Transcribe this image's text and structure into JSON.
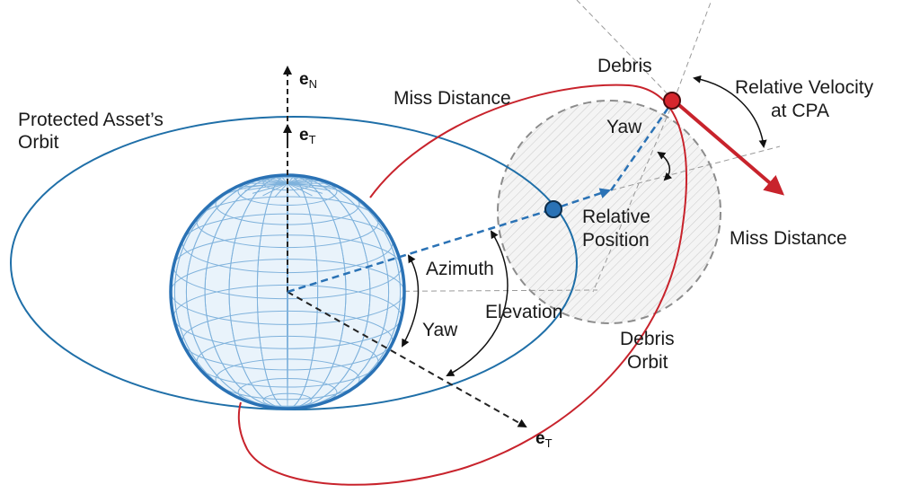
{
  "colors": {
    "asset_orbit": "#1f6fa8",
    "debris_orbit": "#c8232c",
    "earth_outline": "#2a72b5",
    "earth_grid": "#7fb2dc",
    "earth_fill": "#e9f3fb",
    "axis": "#222222",
    "relative_position": "#2a72b5",
    "miss_sphere": "#888888"
  },
  "labels": {
    "asset_orbit_line1": "Protected Asset’s",
    "asset_orbit_line2": "Orbit",
    "miss_distance_top": "Miss Distance",
    "debris": "Debris",
    "relative_velocity_line1": "Relative Velocity",
    "relative_velocity_line2": "at CPA",
    "yaw_top": "Yaw",
    "relative_position_line1": "Relative",
    "relative_position_line2": "Position",
    "miss_distance_right": "Miss Distance",
    "azimuth": "Azimuth",
    "elevation": "Elevation",
    "yaw_bottom": "Yaw",
    "debris_orbit_line1": "Debris",
    "debris_orbit_line2": "Orbit"
  },
  "axes": {
    "e_n": {
      "symbol": "e",
      "subscript": "N"
    },
    "e_t_up": {
      "symbol": "e",
      "subscript": "T"
    },
    "e_t_out": {
      "symbol": "e",
      "subscript": "T"
    }
  },
  "icons": {
    "asset": "blue-dot-icon",
    "debris": "red-dot-icon",
    "earth": "globe-icon"
  }
}
